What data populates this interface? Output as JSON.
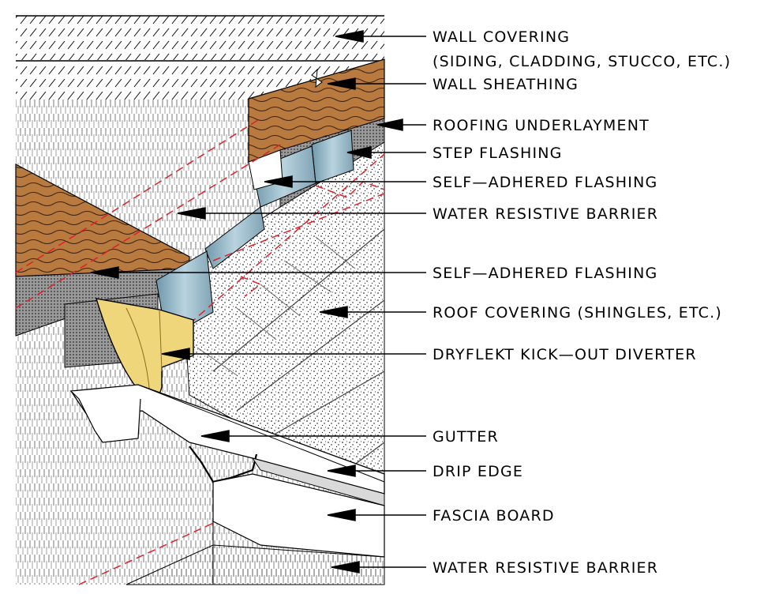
{
  "callouts": [
    {
      "id": "wall-covering",
      "text": "WALL COVERING"
    },
    {
      "id": "wall-covering-sub",
      "text": "(SIDING, CLADDING, STUCCO, ETC.)"
    },
    {
      "id": "wall-sheathing",
      "text": "WALL SHEATHING"
    },
    {
      "id": "roofing-underlayment",
      "text": "ROOFING UNDERLAYMENT"
    },
    {
      "id": "step-flashing",
      "text": "STEP FLASHING"
    },
    {
      "id": "self-adhered-flashing-upper",
      "text": "SELF—ADHERED FLASHING"
    },
    {
      "id": "water-resistive-barrier-upper",
      "text": "WATER RESISTIVE BARRIER"
    },
    {
      "id": "self-adhered-flashing-lower",
      "text": "SELF—ADHERED FLASHING"
    },
    {
      "id": "roof-covering",
      "text": "ROOF COVERING (SHINGLES, ETC.)"
    },
    {
      "id": "kick-out-diverter",
      "text": "DRYFLEKT KICK—OUT DIVERTER"
    },
    {
      "id": "gutter",
      "text": "GUTTER"
    },
    {
      "id": "drip-edge",
      "text": "DRIP EDGE"
    },
    {
      "id": "fascia-board",
      "text": "FASCIA BOARD"
    },
    {
      "id": "water-resistive-barrier-lower",
      "text": "WATER RESISTIVE BARRIER"
    }
  ],
  "colors": {
    "sheathing": "#b87a3e",
    "underlayment": "#9a9a9a",
    "flashing": "#8fb3c4",
    "diverter": "#f0d67a",
    "flashing_tape_line": "#e0202a",
    "ink": "#000000"
  }
}
